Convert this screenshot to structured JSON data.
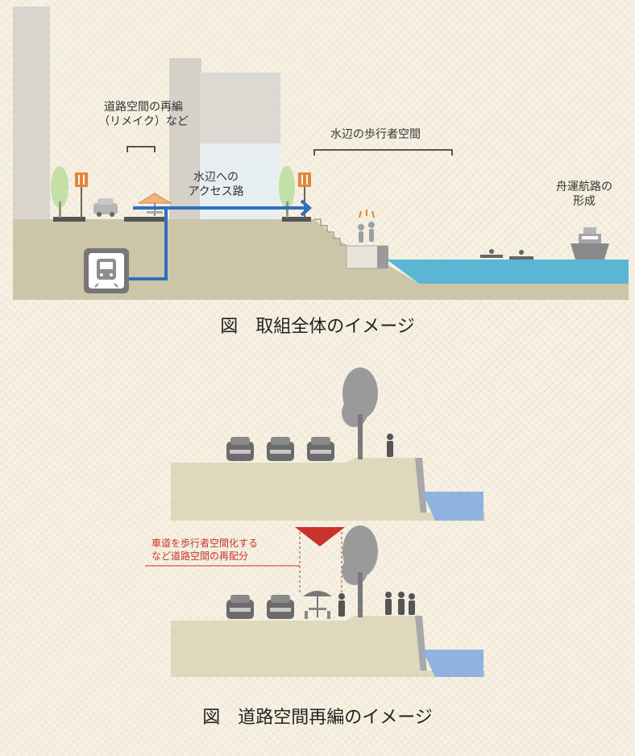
{
  "figure1": {
    "caption": "図　取組全体のイメージ",
    "labels": {
      "road_reorg_line1": "道路空間の再編",
      "road_reorg_line2": "（リメイク）など",
      "access_line1": "水辺への",
      "access_line2": "アクセス路",
      "waterside_pedestrian": "水辺の歩行者空間",
      "navigation_line1": "舟運航路の",
      "navigation_line2": "形成"
    },
    "colors": {
      "ground": "#cdc5a8",
      "building": "#d8d4cc",
      "water": "#5bb6d6",
      "arrow": "#2f6fbf",
      "sign": "#e8843a"
    }
  },
  "figure2": {
    "caption": "図　道路空間再編のイメージ",
    "annotation_line1": "車道を歩行者空間化する",
    "annotation_line2": "など道路空間の再配分",
    "colors": {
      "ground": "#e0d8bd",
      "water": "#8fb3de",
      "annotation": "#c8342b"
    }
  }
}
